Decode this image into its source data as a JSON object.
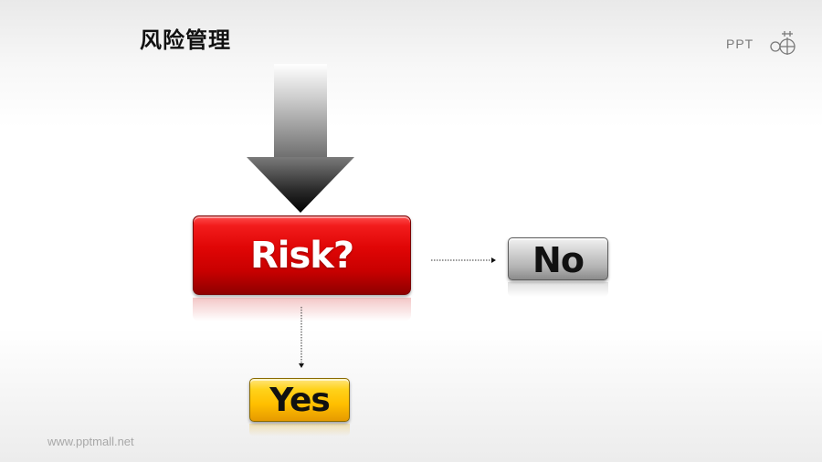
{
  "header": {
    "title": "风险管理",
    "logo_text": "PPT"
  },
  "diagram": {
    "decision": {
      "label": "Risk?"
    },
    "no_branch": {
      "label": "No"
    },
    "yes_branch": {
      "label": "Yes"
    }
  },
  "footer": {
    "url": "www.pptmall.net"
  },
  "colors": {
    "decision": "#e00606",
    "no": "#b3b3b3",
    "yes": "#ffbf00"
  }
}
